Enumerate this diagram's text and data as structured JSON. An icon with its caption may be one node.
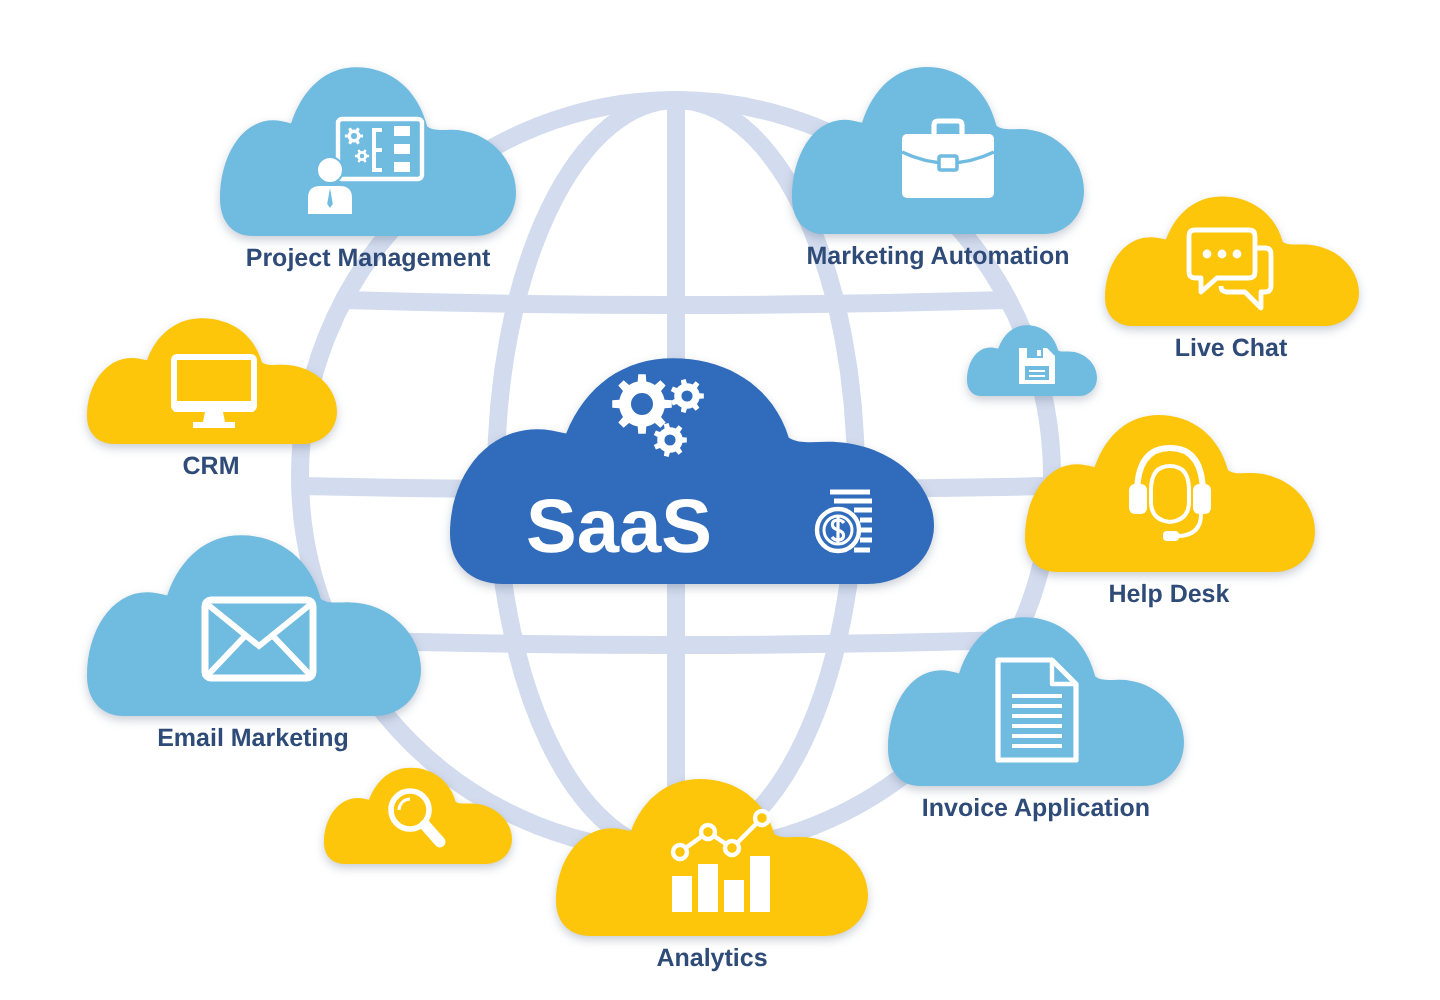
{
  "diagram": {
    "nodes": [
      {
        "text": [
          "Project Management"
        ]
      },
      {
        "text": [
          "Marketing Automation"
        ]
      },
      {
        "text": [
          "Live Chat"
        ]
      },
      {
        "text": [
          "CRM"
        ]
      },
      {
        "text": [],
        "shape": "cloud"
      },
      {
        "text": [
          "SaaS"
        ]
      },
      {
        "text": [
          "Help Desk"
        ]
      },
      {
        "text": [
          "Email Marketing"
        ]
      },
      {
        "text": [
          "Invoice Application"
        ]
      },
      {
        "text": [],
        "shape": "cloud"
      },
      {
        "text": [
          "Analytics"
        ]
      }
    ]
  }
}
